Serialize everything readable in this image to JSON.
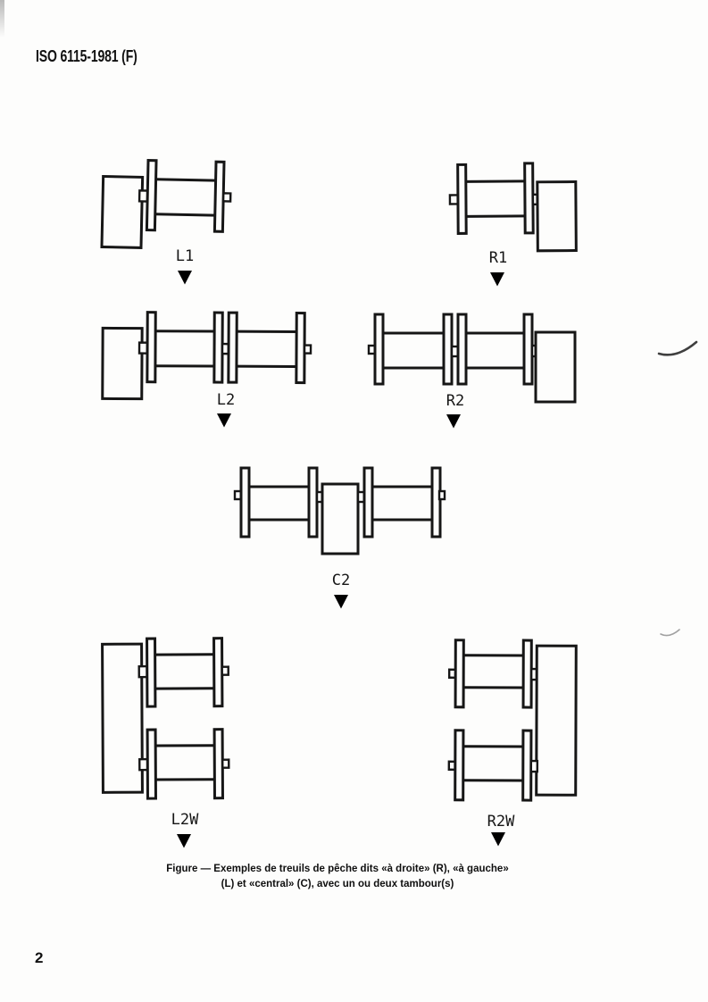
{
  "header": {
    "title": "ISO 6115-1981 (F)"
  },
  "diagrams": [
    {
      "label": "L1"
    },
    {
      "label": "R1"
    },
    {
      "label": "L2"
    },
    {
      "label": "R2"
    },
    {
      "label": "C2"
    },
    {
      "label": "L2W"
    },
    {
      "label": "R2W"
    }
  ],
  "caption": {
    "line1": "Figure — Exemples de treuils de pêche dits «à droite» (R), «à gauche»",
    "line2": "(L) et «central» (C), avec un ou deux tambour(s)"
  },
  "footer": {
    "page_number": "2"
  },
  "icons": {
    "view_direction": "inverted-A view-direction symbol (∀)"
  },
  "colors": {
    "ink": "#161616",
    "paper": "#fdfdfc"
  }
}
